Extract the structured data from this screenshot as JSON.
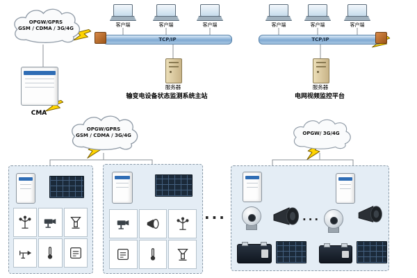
{
  "clouds": {
    "top_left": {
      "line1": "OPGW/GPRS",
      "line2": "GSM / CDMA / 3G/4G"
    },
    "mid_left": {
      "line1": "OPGW/GPRS",
      "line2": "GSM / CDMA / 3G/4G"
    },
    "mid_right": {
      "line1": "OPGW/ 3G/4G"
    }
  },
  "network_monitoring": {
    "bus_label": "TCP/IP",
    "clients": [
      {
        "label": "客户端"
      },
      {
        "label": "客户端"
      },
      {
        "label": "客户端"
      }
    ],
    "server_label": "服务器",
    "caption": "输变电设备状态监测系统主站"
  },
  "network_video": {
    "bus_label": "TCP/IP",
    "clients": [
      {
        "label": "客户端"
      },
      {
        "label": "客户端"
      },
      {
        "label": "客户端"
      }
    ],
    "server_label": "服务器",
    "caption": "电网视频监控平台"
  },
  "cma": {
    "label": "CMA"
  },
  "separators": {
    "ellipsis_left": "...",
    "ellipsis_right": "..."
  },
  "colors": {
    "bus_fill": "#8fb7dd",
    "bus_border": "#5580a8",
    "lightning": "#ffd400",
    "connector_orange": "#b5651d",
    "cloud_fill": "#fafbfc",
    "site_box_fill": "#e4edf5",
    "site_box_border": "#8a9aa8",
    "server_tan": "#d6c092",
    "panel_dark": "#1b2a3a",
    "cabinet_band_blue": "#2f6db5"
  },
  "icons": {
    "cloud-icon": "wireless WAN cloud outline",
    "lightning-icon": "yellow zigzag wireless-link bolt",
    "laptop-icon": "client laptop",
    "server-icon": "tower server",
    "connector-icon": "orange network adapter block",
    "cabinet-icon": "monitoring device cabinet (white, blue band)",
    "solar-panel-icon": "dark solar panel with grid",
    "ptz-camera-icon": "white dome PTZ camera",
    "siren-icon": "dark horn siren speaker",
    "battery-icon": "storage battery block",
    "anemometer-icon": "wind speed sensor",
    "camera-icon": "surveillance camera",
    "rain-gauge-icon": "rain gauge sensor",
    "wind-vane-icon": "wind direction sensor",
    "temp-sensor-icon": "temperature sensor",
    "control-box-icon": "control unit box"
  },
  "monitoring_sites": {
    "site1_equipment": [
      "cabinet",
      "solar-panel",
      "anemometer",
      "camera",
      "rain-gauge",
      "wind-vane",
      "temp-sensor",
      "control-box"
    ],
    "site2_equipment": [
      "cabinet",
      "solar-panel",
      "camera",
      "siren",
      "anemometer",
      "control-box",
      "temp-sensor",
      "rain-gauge"
    ],
    "video_site_equipment": [
      "cabinet",
      "ptz-camera",
      "siren",
      "battery",
      "solar-panel"
    ]
  }
}
